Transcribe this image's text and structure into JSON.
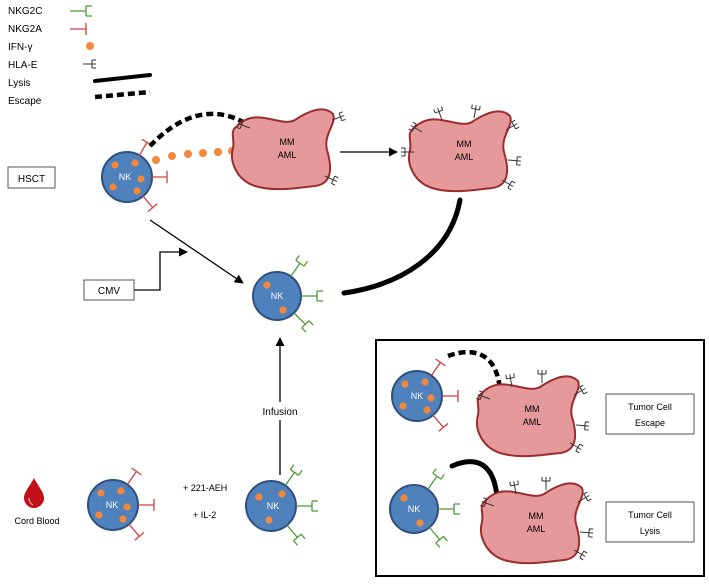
{
  "legend": {
    "nkg2c": "NKG2C",
    "nkg2a": "NKG2A",
    "ifn": "IFN-γ",
    "hlae": "HLA-E",
    "lysis": "Lysis",
    "escape": "Escape"
  },
  "labels": {
    "hsct": "HSCT",
    "cmv": "CMV",
    "nk": "NK",
    "mm": "MM",
    "aml": "AML",
    "infusion": "Infusion",
    "cord_blood": "Cord Blood",
    "treatment_1": "+ 221-AEH",
    "treatment_2": "+ IL-2",
    "tumor_escape_1": "Tumor Cell",
    "tumor_escape_2": "Escape",
    "tumor_lysis_1": "Tumor Cell",
    "tumor_lysis_2": "Lysis"
  },
  "colors": {
    "nk_fill": "#4f81bd",
    "nk_stroke": "#2f4f7f",
    "granule": "#f0883e",
    "tumor_fill": "#e6999a",
    "tumor_stroke": "#9b2d2d",
    "nkg2c": "#4f9a3a",
    "nkg2a": "#d04040",
    "hlae": "#333333"
  }
}
